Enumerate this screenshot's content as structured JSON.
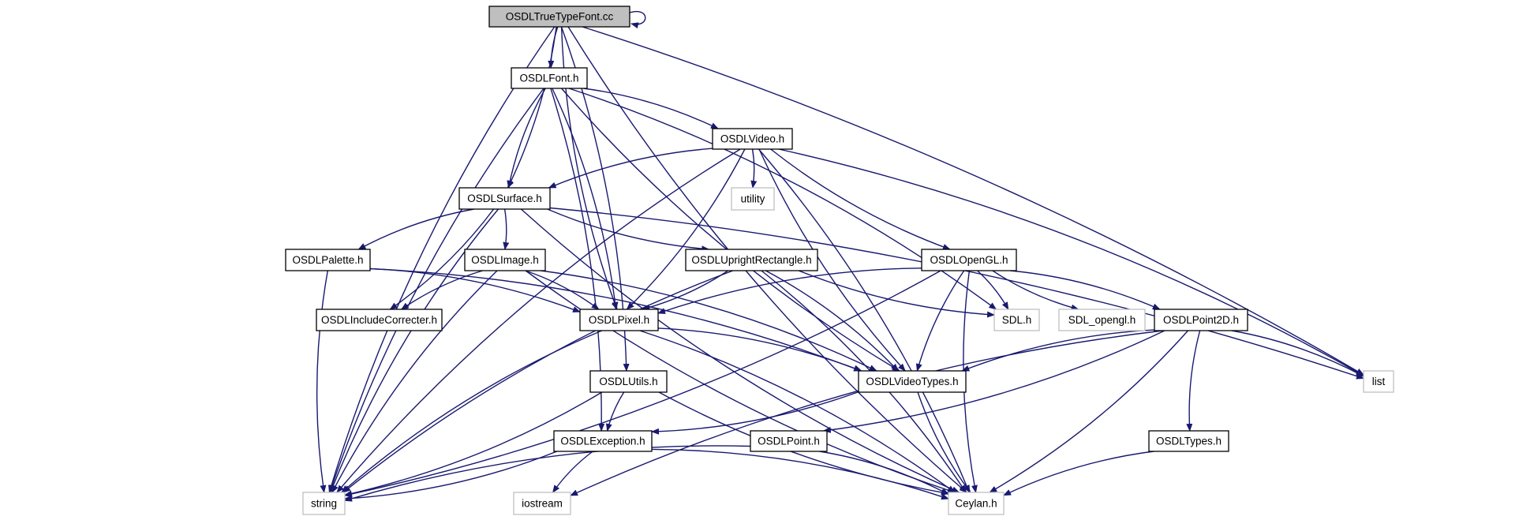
{
  "colors": {
    "edge": "#191970",
    "root_fill": "#bfbfbf",
    "node_border": "#000000",
    "external_border": "#bfbfbf",
    "background": "#ffffff"
  },
  "nodes": [
    {
      "id": "ttf",
      "label": "OSDLTrueTypeFont.cc",
      "kind": "root"
    },
    {
      "id": "font",
      "label": "OSDLFont.h",
      "kind": "header"
    },
    {
      "id": "video",
      "label": "OSDLVideo.h",
      "kind": "header"
    },
    {
      "id": "utility",
      "label": "utility",
      "kind": "external"
    },
    {
      "id": "surface",
      "label": "OSDLSurface.h",
      "kind": "header"
    },
    {
      "id": "palette",
      "label": "OSDLPalette.h",
      "kind": "header"
    },
    {
      "id": "image",
      "label": "OSDLImage.h",
      "kind": "header"
    },
    {
      "id": "uprect",
      "label": "OSDLUprightRectangle.h",
      "kind": "header"
    },
    {
      "id": "opengl",
      "label": "OSDLOpenGL.h",
      "kind": "header"
    },
    {
      "id": "incl",
      "label": "OSDLIncludeCorrecter.h",
      "kind": "header"
    },
    {
      "id": "pixel",
      "label": "OSDLPixel.h",
      "kind": "header"
    },
    {
      "id": "sdl",
      "label": "SDL.h",
      "kind": "external"
    },
    {
      "id": "sdlgl",
      "label": "SDL_opengl.h",
      "kind": "external"
    },
    {
      "id": "point2d",
      "label": "OSDLPoint2D.h",
      "kind": "header"
    },
    {
      "id": "list",
      "label": "list",
      "kind": "external"
    },
    {
      "id": "utils",
      "label": "OSDLUtils.h",
      "kind": "header"
    },
    {
      "id": "vtypes",
      "label": "OSDLVideoTypes.h",
      "kind": "header"
    },
    {
      "id": "exc",
      "label": "OSDLException.h",
      "kind": "header"
    },
    {
      "id": "point",
      "label": "OSDLPoint.h",
      "kind": "header"
    },
    {
      "id": "types",
      "label": "OSDLTypes.h",
      "kind": "header"
    },
    {
      "id": "string",
      "label": "string",
      "kind": "external"
    },
    {
      "id": "iostream",
      "label": "iostream",
      "kind": "external"
    },
    {
      "id": "ceylan",
      "label": "Ceylan.h",
      "kind": "external"
    }
  ],
  "edges": [
    [
      "ttf",
      "ttf"
    ],
    [
      "ttf",
      "font"
    ],
    [
      "ttf",
      "surface"
    ],
    [
      "ttf",
      "pixel"
    ],
    [
      "ttf",
      "utils"
    ],
    [
      "ttf",
      "string"
    ],
    [
      "ttf",
      "list"
    ],
    [
      "ttf",
      "ceylan"
    ],
    [
      "font",
      "video"
    ],
    [
      "font",
      "surface"
    ],
    [
      "font",
      "pixel"
    ],
    [
      "font",
      "vtypes"
    ],
    [
      "font",
      "sdl"
    ],
    [
      "font",
      "string"
    ],
    [
      "font",
      "exc"
    ],
    [
      "video",
      "surface"
    ],
    [
      "video",
      "utility"
    ],
    [
      "video",
      "opengl"
    ],
    [
      "video",
      "pixel"
    ],
    [
      "video",
      "vtypes"
    ],
    [
      "video",
      "list"
    ],
    [
      "video",
      "string"
    ],
    [
      "video",
      "ceylan"
    ],
    [
      "surface",
      "palette"
    ],
    [
      "surface",
      "image"
    ],
    [
      "surface",
      "uprect"
    ],
    [
      "surface",
      "incl"
    ],
    [
      "surface",
      "string"
    ],
    [
      "surface",
      "list"
    ],
    [
      "surface",
      "ceylan"
    ],
    [
      "palette",
      "pixel"
    ],
    [
      "palette",
      "string"
    ],
    [
      "palette",
      "vtypes"
    ],
    [
      "image",
      "incl"
    ],
    [
      "image",
      "pixel"
    ],
    [
      "image",
      "string"
    ],
    [
      "image",
      "vtypes"
    ],
    [
      "image",
      "ceylan"
    ],
    [
      "uprect",
      "pixel"
    ],
    [
      "uprect",
      "sdl"
    ],
    [
      "uprect",
      "vtypes"
    ],
    [
      "uprect",
      "string"
    ],
    [
      "uprect",
      "ceylan"
    ],
    [
      "opengl",
      "pixel"
    ],
    [
      "opengl",
      "sdl"
    ],
    [
      "opengl",
      "sdlgl"
    ],
    [
      "opengl",
      "point2d"
    ],
    [
      "opengl",
      "vtypes"
    ],
    [
      "opengl",
      "string"
    ],
    [
      "opengl",
      "ceylan"
    ],
    [
      "pixel",
      "vtypes"
    ],
    [
      "pixel",
      "string"
    ],
    [
      "pixel",
      "ceylan"
    ],
    [
      "point2d",
      "vtypes"
    ],
    [
      "point2d",
      "point"
    ],
    [
      "point2d",
      "types"
    ],
    [
      "point2d",
      "list"
    ],
    [
      "point2d",
      "iostream"
    ],
    [
      "point2d",
      "ceylan"
    ],
    [
      "utils",
      "exc"
    ],
    [
      "utils",
      "string"
    ],
    [
      "utils",
      "ceylan"
    ],
    [
      "vtypes",
      "exc"
    ],
    [
      "vtypes",
      "ceylan"
    ],
    [
      "exc",
      "string"
    ],
    [
      "exc",
      "iostream"
    ],
    [
      "exc",
      "ceylan"
    ],
    [
      "point",
      "string"
    ],
    [
      "point",
      "ceylan"
    ],
    [
      "types",
      "ceylan"
    ]
  ]
}
